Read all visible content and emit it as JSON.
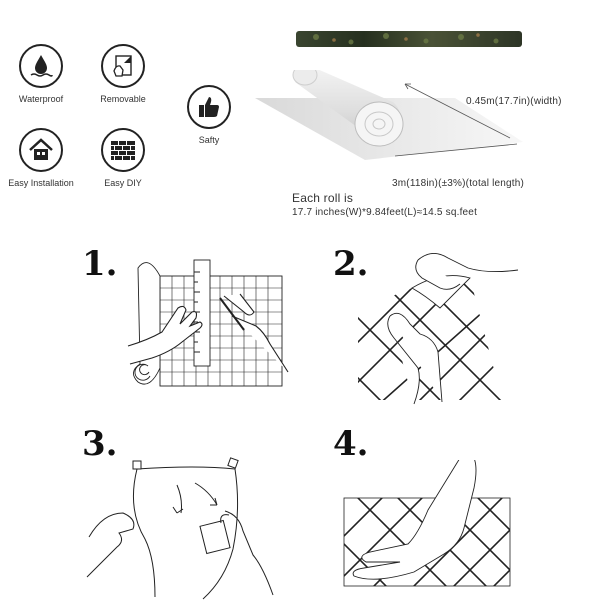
{
  "features": [
    {
      "label": "Waterproof",
      "icon": "droplet-icon"
    },
    {
      "label": "Removable",
      "icon": "peel-hand-icon"
    },
    {
      "label": "Safty",
      "icon": "thumbs-up-icon"
    },
    {
      "label": "Easy Installation",
      "icon": "house-icon"
    },
    {
      "label": "Easy DIY",
      "icon": "brick-wall-icon"
    }
  ],
  "roll": {
    "width_label": "0.45m(17.7in)(width)",
    "length_label": "3m(118in)(±3%)(total length)",
    "each_roll_title": "Each roll is",
    "each_roll_detail": "17.7 inches(W)*9.84feet(L)≈14.5 sq.feet"
  },
  "steps": [
    {
      "number": "1.",
      "icon": "measure-cut-illustration"
    },
    {
      "number": "2.",
      "icon": "peel-backing-illustration"
    },
    {
      "number": "3.",
      "icon": "smooth-bubbles-illustration"
    },
    {
      "number": "4.",
      "icon": "press-flat-illustration"
    }
  ],
  "colors": {
    "line": "#222222",
    "roll_shade": "#e6e6e6",
    "pattern_strip": "#2f3a25"
  }
}
